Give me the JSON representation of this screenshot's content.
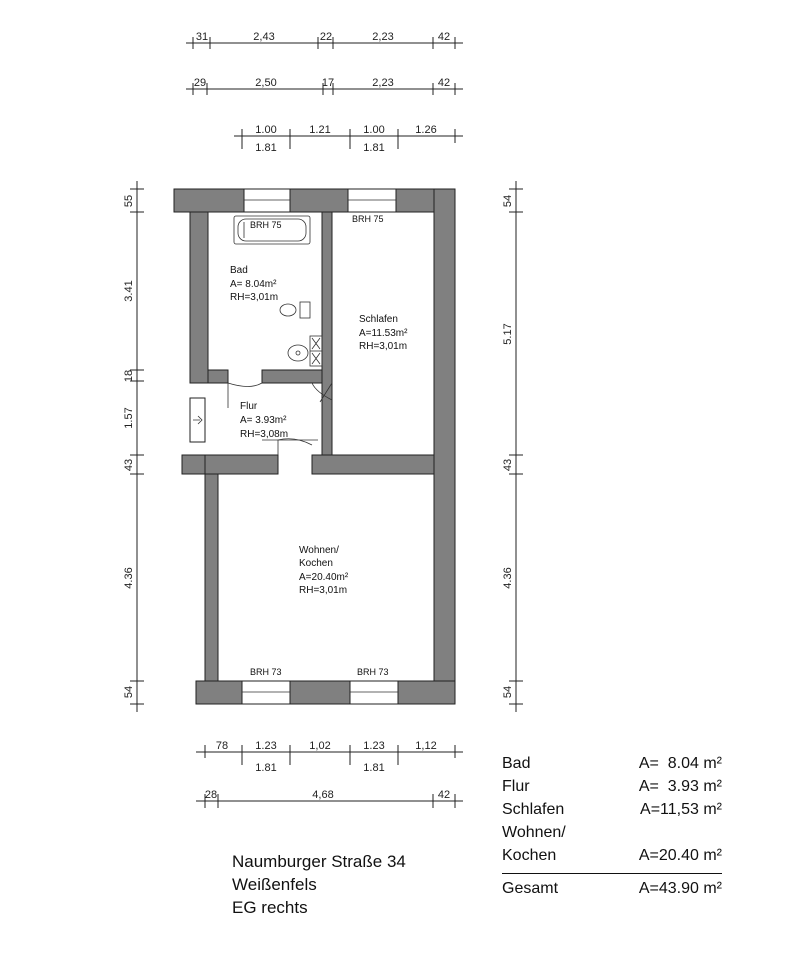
{
  "dims": {
    "top_row1": [
      "31",
      "2,43",
      "22",
      "2,23",
      "42"
    ],
    "top_row2": [
      "29",
      "2,50",
      "17",
      "2,23",
      "42"
    ],
    "top_row3a": [
      "1.00",
      "1.21",
      "1.00",
      "1.26"
    ],
    "top_row3b": [
      "1.81",
      "1.81"
    ],
    "bottom_row1a": [
      "78",
      "1.23",
      "1,02",
      "1.23",
      "1,12"
    ],
    "bottom_row1b": [
      "1.81",
      "1.81"
    ],
    "bottom_row2": [
      "28",
      "4,68",
      "42"
    ],
    "left": [
      "55",
      "3.41",
      "18",
      "1.57",
      "43",
      "4.36",
      "54"
    ],
    "right": [
      "54",
      "5.17",
      "43",
      "4.36",
      "54"
    ]
  },
  "rooms": {
    "bad": {
      "name": "Bad",
      "area": "A=  8.04m²",
      "height": "RH=3,01m"
    },
    "flur": {
      "name": "Flur",
      "area": "A=  3.93m²",
      "height": "RH=3,08m"
    },
    "schlafen": {
      "name": "Schlafen",
      "area": "A=11.53m²",
      "height": "RH=3,01m"
    },
    "wohnen": {
      "name_line1": "Wohnen/",
      "name_line2": "Kochen",
      "area": "A=20.40m²",
      "height": "RH=3,01m"
    }
  },
  "brh": {
    "bad": "BRH 75",
    "schlafen": "BRH 75",
    "bottom_left": "BRH 73",
    "bottom_right": "BRH 73"
  },
  "address": {
    "line1": "Naumburger Straße 34",
    "line2": "Weißenfels",
    "line3": "EG rechts"
  },
  "summary": {
    "rows": [
      {
        "name": "Bad",
        "value": "A=  8.04 m²"
      },
      {
        "name": "Flur",
        "value": "A=  3.93 m²"
      },
      {
        "name": "Schlafen",
        "value": "A=11,53 m²"
      },
      {
        "name": "Wohnen/",
        "value": ""
      },
      {
        "name": "Kochen",
        "value": "A=20.40 m²"
      }
    ],
    "total": {
      "name": "Gesamt",
      "value": "A=43.90 m²"
    }
  }
}
